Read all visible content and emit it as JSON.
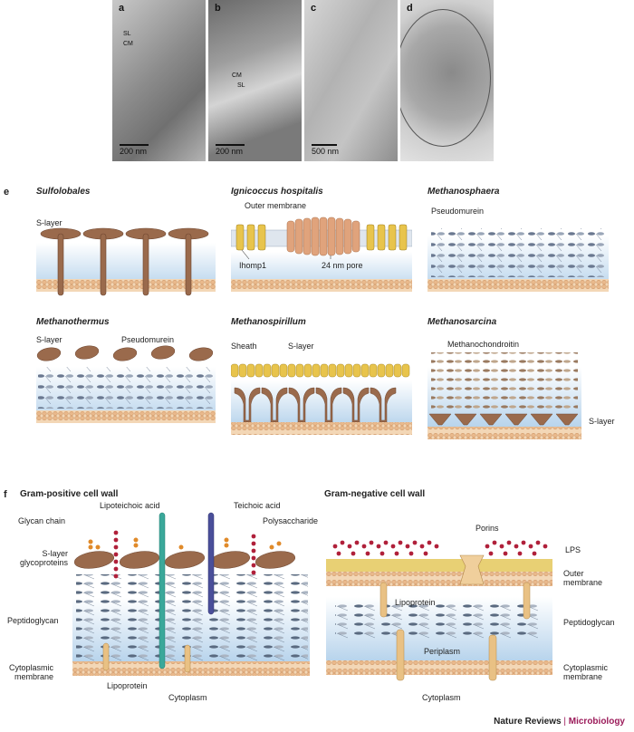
{
  "micrographs": [
    {
      "label": "a",
      "scale": "200 nm",
      "markers": [
        "SL",
        "CM"
      ]
    },
    {
      "label": "b",
      "scale": "200 nm",
      "markers": [
        "CM",
        "SL"
      ]
    },
    {
      "label": "c",
      "scale": "500 nm",
      "markers": []
    },
    {
      "label": "d",
      "scale": "",
      "markers": []
    }
  ],
  "section_e": {
    "label": "e",
    "panels": [
      {
        "title": "Sulfolobales",
        "labels": [
          "S-layer"
        ]
      },
      {
        "title": "Ignicoccus hospitalis",
        "labels": [
          "Outer membrane",
          "Ihomp1",
          "24 nm pore"
        ]
      },
      {
        "title": "Methanosphaera",
        "labels": [
          "Pseudomurein"
        ]
      },
      {
        "title": "Methanothermus",
        "labels": [
          "S-layer",
          "Pseudomurein"
        ]
      },
      {
        "title": "Methanospirillum",
        "labels": [
          "Sheath",
          "S-layer"
        ]
      },
      {
        "title": "Methanosarcina",
        "labels": [
          "Methanochondroitin",
          "S-layer"
        ]
      }
    ]
  },
  "section_f": {
    "label": "f",
    "gram_positive": {
      "title": "Gram-positive cell wall",
      "labels": {
        "lipoteichoic": "Lipoteichoic acid",
        "teichoic": "Teichoic acid",
        "glycan": "Glycan chain",
        "polysaccharide": "Polysaccharide",
        "slayer": "S-layer\nglycoproteins",
        "peptidoglycan": "Peptidoglycan",
        "cytoplasmic": "Cytoplasmic\nmembrane",
        "lipoprotein": "Lipoprotein",
        "cytoplasm": "Cytoplasm"
      }
    },
    "gram_negative": {
      "title": "Gram-negative cell wall",
      "labels": {
        "porins": "Porins",
        "lps": "LPS",
        "outer": "Outer\nmembrane",
        "lipoprotein": "Lipoprotein",
        "peptidoglycan": "Peptidoglycan",
        "periplasm": "Periplasm",
        "cytoplasmic": "Cytoplasmic\nmembrane",
        "cytoplasm": "Cytoplasm"
      }
    }
  },
  "footer": {
    "journal": "Nature Reviews",
    "separator": "|",
    "subject": "Microbiology"
  },
  "colors": {
    "membrane": "#e9b98c",
    "sheath": "#e8c44c",
    "slayer_protein": "#9a6a4c",
    "blue_gradient": "#b8d4ec",
    "lta": "#3aa89a",
    "teichoic": "#4a4f9a",
    "lps": "#b0203a",
    "peptidoglycan": "#5a6a80"
  }
}
